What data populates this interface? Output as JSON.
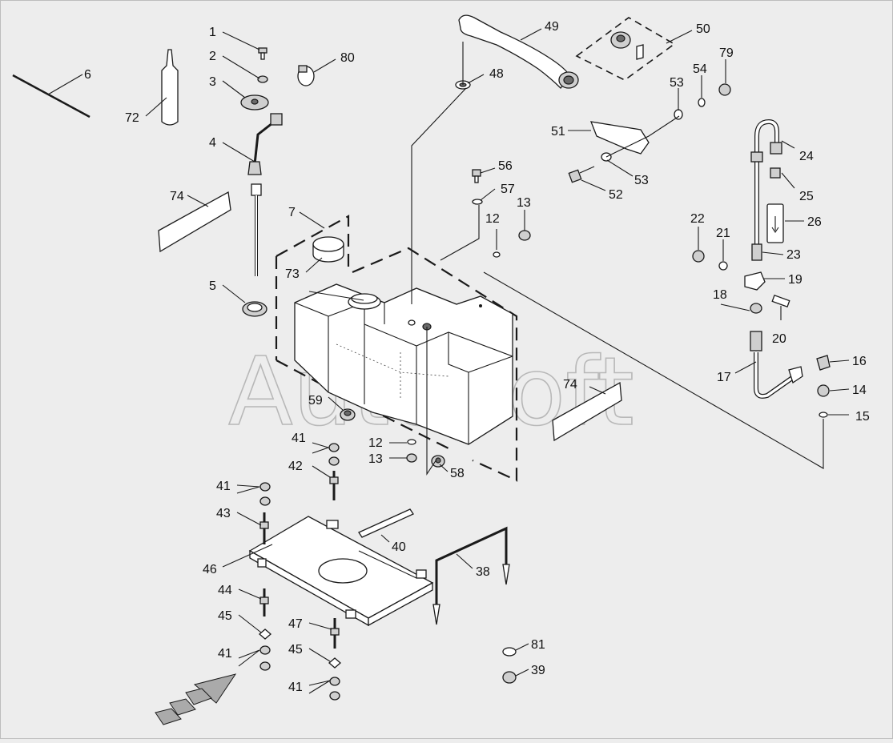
{
  "watermark": "AutoSoft",
  "callouts": {
    "c1": "1",
    "c2": "2",
    "c3": "3",
    "c4": "4",
    "c5": "5",
    "c6": "6",
    "c7": "7",
    "c12a": "12",
    "c12b": "12",
    "c13a": "13",
    "c13b": "13",
    "c14": "14",
    "c15": "15",
    "c16": "16",
    "c17": "17",
    "c18": "18",
    "c19": "19",
    "c20": "20",
    "c21": "21",
    "c22": "22",
    "c23": "23",
    "c24": "24",
    "c25": "25",
    "c26": "26",
    "c38": "38",
    "c39": "39",
    "c40": "40",
    "c41a": "41",
    "c41b": "41",
    "c41c": "41",
    "c41d": "41",
    "c42": "42",
    "c43": "43",
    "c44": "44",
    "c45a": "45",
    "c45b": "45",
    "c46": "46",
    "c47": "47",
    "c48": "48",
    "c49": "49",
    "c50": "50",
    "c51": "51",
    "c52": "52",
    "c53a": "53",
    "c53b": "53",
    "c54": "54",
    "c56": "56",
    "c57": "57",
    "c58": "58",
    "c59": "59",
    "c72": "72",
    "c73": "73",
    "c74a": "74",
    "c74b": "74",
    "c79": "79",
    "c80": "80",
    "c81": "81"
  }
}
